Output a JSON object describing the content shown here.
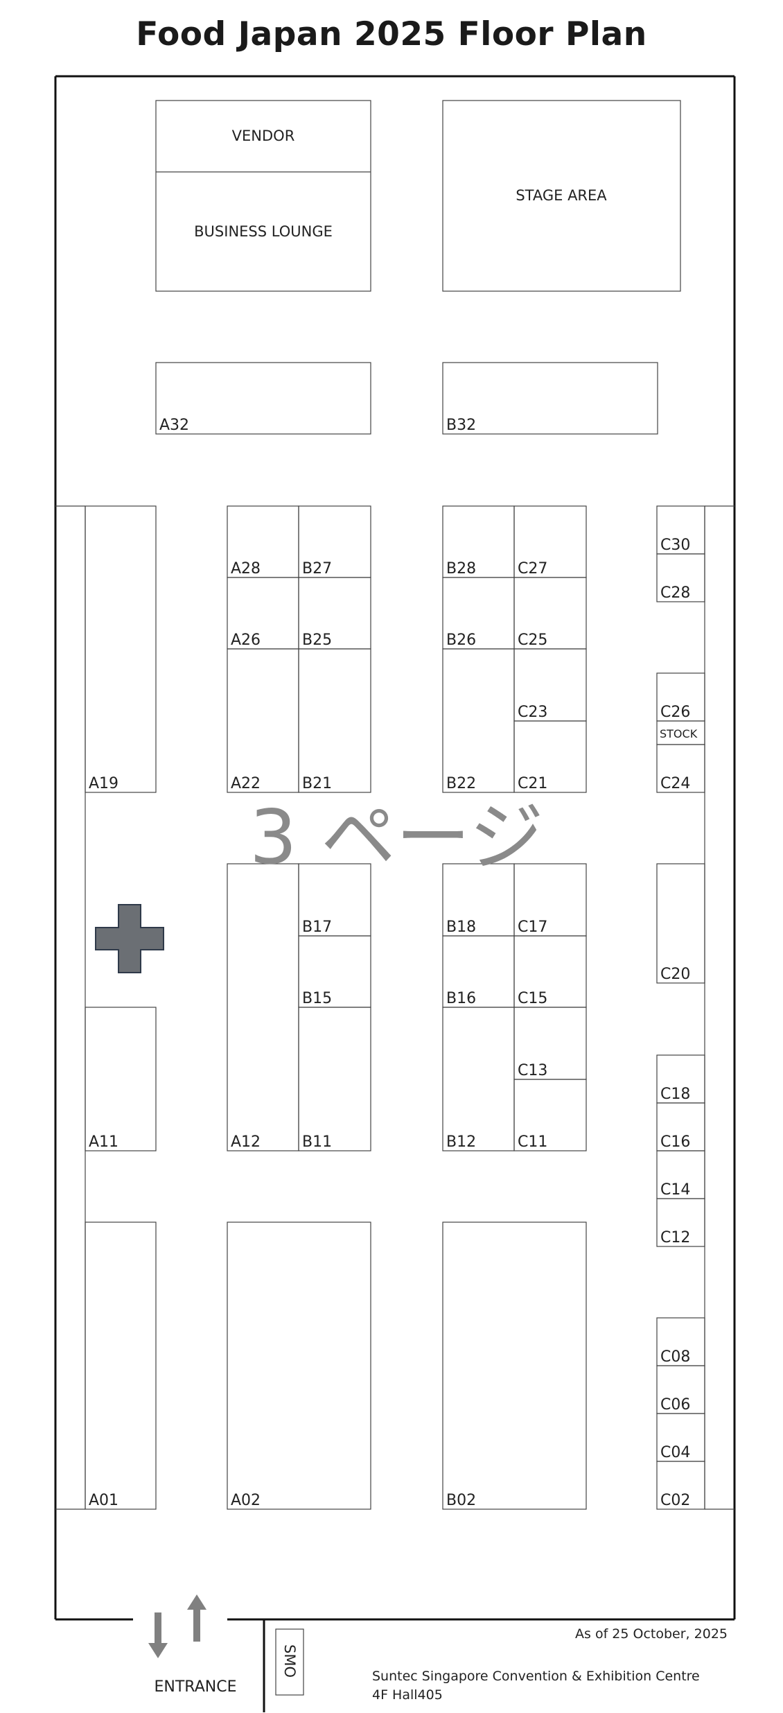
{
  "title": "Food Japan 2025 Floor Plan",
  "areas": {
    "vendor": "VENDOR",
    "business_lounge": "BUSINESS LOUNGE",
    "stage_area": "STAGE AREA",
    "stock": "STOCK",
    "smo": "SMO"
  },
  "booths": [
    "A32",
    "B32",
    "A28",
    "B27",
    "A26",
    "B25",
    "A22",
    "B21",
    "B28",
    "C27",
    "B26",
    "C25",
    "C23",
    "B22",
    "C21",
    "A19",
    "C30",
    "C28",
    "C26",
    "C24",
    "B17",
    "B15",
    "A12",
    "B11",
    "B18",
    "C17",
    "B16",
    "C15",
    "C13",
    "B12",
    "C11",
    "A11",
    "C20",
    "C18",
    "C16",
    "C14",
    "C12",
    "A01",
    "A02",
    "B02",
    "C08",
    "C06",
    "C04",
    "C02"
  ],
  "watermark": "3 ページ",
  "as_of": "As of 25 October, 2025",
  "venue": {
    "name": "Suntec Singapore Convention & Exhibition Centre",
    "hall": "4F  Hall405"
  },
  "entrance_label": "ENTRANCE",
  "icons": {
    "first_aid": "first-aid-cross-icon",
    "entrance_arrows": "entrance-arrows-icon"
  },
  "colors": {
    "line": "#333333",
    "cross_fill": "#6b6f74",
    "cross_stroke": "#2f3a4a",
    "arrow": "#808080",
    "watermark": "#8a8a8a"
  }
}
